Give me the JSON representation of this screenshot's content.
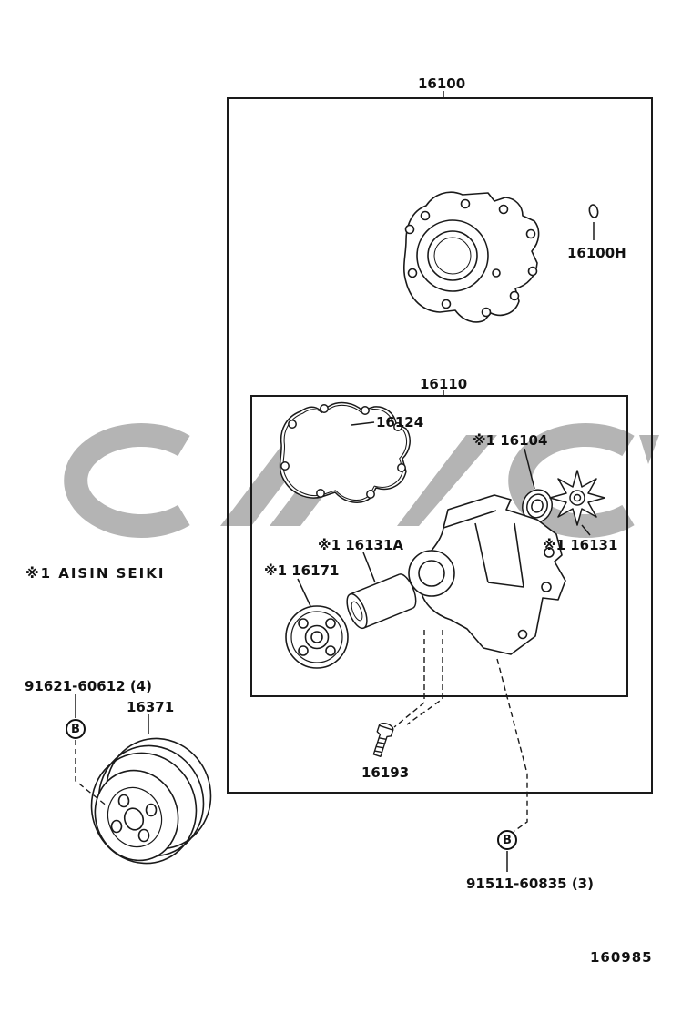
{
  "page": {
    "code": "160985"
  },
  "parts": {
    "assembly": "16100",
    "oring": "16100H",
    "sub_assembly": "16110",
    "gasket": "16124",
    "seal": "※1 16104",
    "rotor": "※1 16131",
    "bearing": "※1 16131A",
    "hub": "※1 16171",
    "bolt": "16193",
    "pulley": "16371",
    "pulley_bolts": "91621-60612 (4)",
    "studs": "91511-60835 (3)",
    "supplier_note": "※1 AISIN SEIKI",
    "detail_marker": "B"
  }
}
